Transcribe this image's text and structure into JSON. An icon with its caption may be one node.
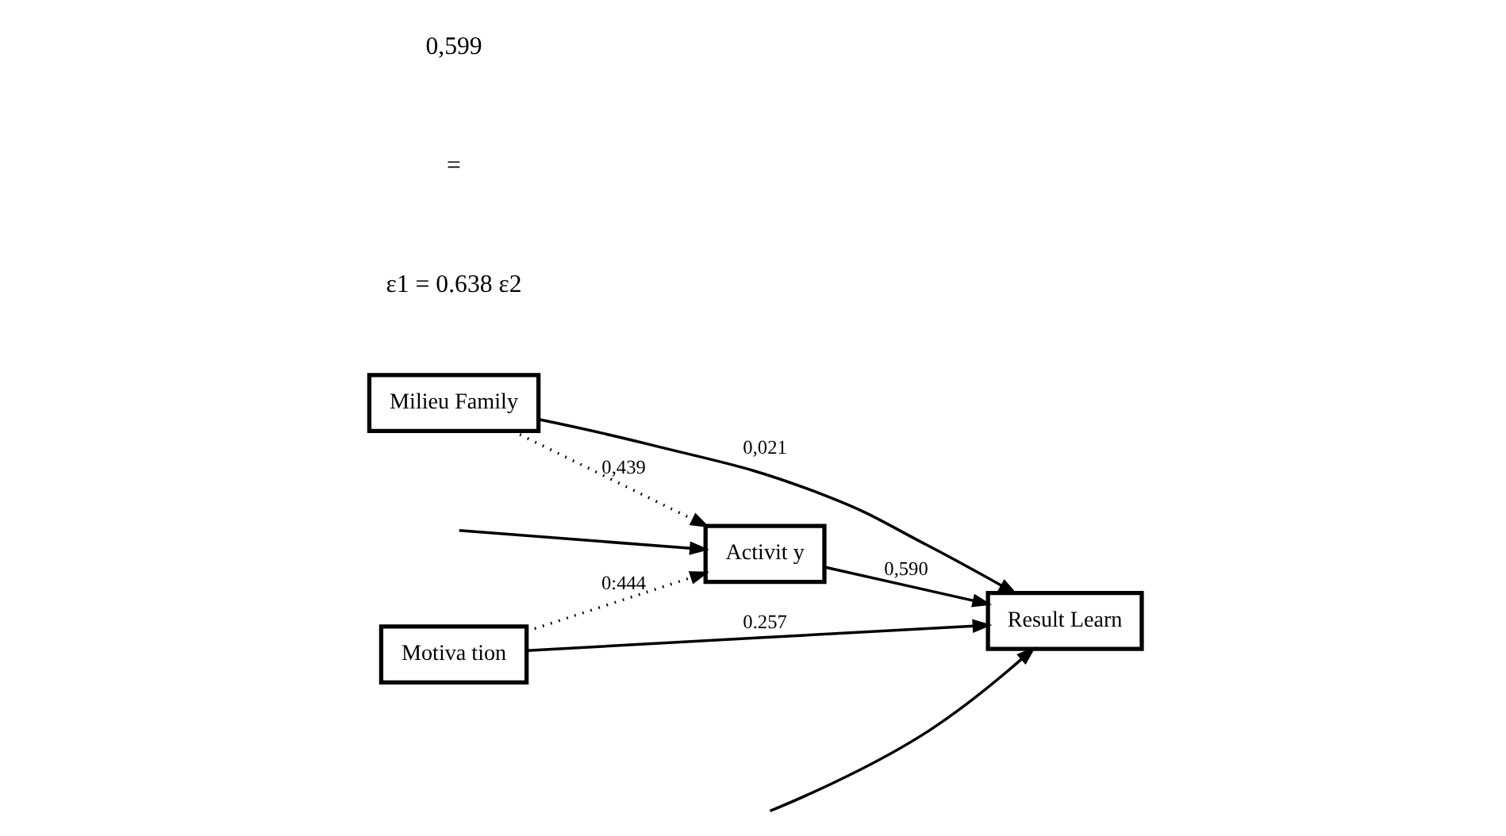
{
  "diagram": {
    "nodes": [
      {
        "text": [
          "Motiva tion"
        ]
      },
      {
        "text": [
          "Milieu Family"
        ]
      },
      {
        "text": [
          "Activit y"
        ]
      },
      {
        "text": [
          "Result Learn"
        ]
      }
    ],
    "edges": [
      {
        "from": 0,
        "to": 2,
        "arrow": "to",
        "label": "0:444",
        "style": "dashed"
      },
      {
        "from": 1,
        "to": 2,
        "arrow": "to",
        "label": "0,439",
        "style": "dashed"
      },
      {
        "from": 0,
        "to": 3,
        "arrow": "to",
        "label": "0.257"
      },
      {
        "from": 2,
        "to": 3,
        "arrow": "to",
        "label": "0,590"
      },
      {
        "from": 1,
        "to": 3,
        "arrow": "to",
        "label": "0,021"
      },
      {
        "from": null,
        "to": 2,
        "arrow": "to"
      },
      {
        "from": null,
        "to": 3,
        "arrow": "to"
      }
    ],
    "labels": [
      "ε1 = 0.638 ε2",
      "=",
      "0,599"
    ]
  }
}
